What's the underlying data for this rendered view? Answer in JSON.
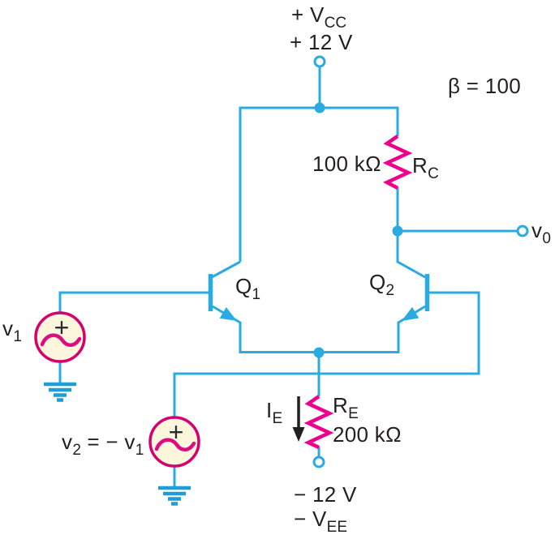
{
  "diagram": {
    "kind": "differential-amplifier-circuit",
    "colors": {
      "wire": "#29ABE2",
      "resistor": "#EC008C",
      "source_border": "#D5006E",
      "source_fill": "#FCF7DC",
      "source_wave": "#DD0C82",
      "text": "#231F20",
      "current_arrow": "#231F20"
    },
    "labels": {
      "vcc_name": {
        "pre": "+ V",
        "sub": "CC"
      },
      "vcc_value": "+ 12 V",
      "beta": "β = 100",
      "rc_value": "100 kΩ",
      "rc_name": {
        "pre": "R",
        "sub": "C"
      },
      "vout": {
        "pre": "v",
        "sub": "0"
      },
      "q1": {
        "pre": "Q",
        "sub": "1"
      },
      "q2": {
        "pre": "Q",
        "sub": "2"
      },
      "v1": {
        "pre": "v",
        "sub": "1"
      },
      "v2": {
        "pre": "v",
        "sub": "2",
        "mid": " = − v",
        "sub2": "1"
      },
      "ie": {
        "pre": "I",
        "sub": "E"
      },
      "re_name": {
        "pre": "R",
        "sub": "E"
      },
      "re_value": "200 kΩ",
      "vee_value": "− 12 V",
      "vee_name": {
        "pre": "− V",
        "sub": "EE"
      },
      "source_plus": "+"
    }
  }
}
